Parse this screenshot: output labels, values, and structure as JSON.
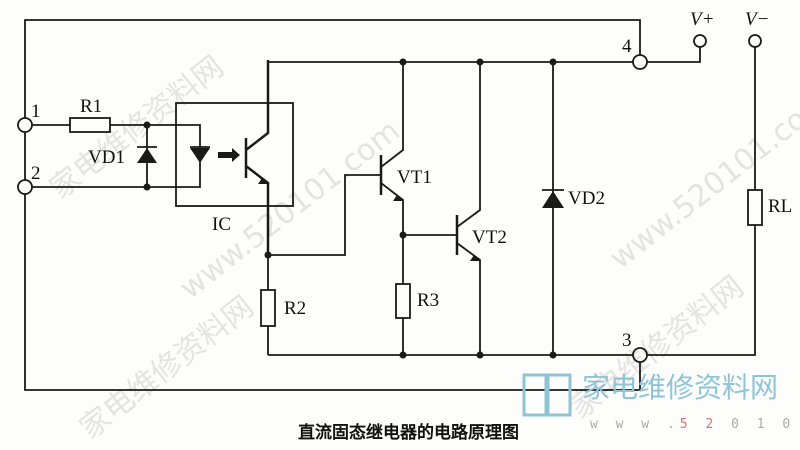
{
  "diagram": {
    "title": "直流固态继电器的电路原理图",
    "terminals": {
      "t1": "1",
      "t2": "2",
      "t3": "3",
      "t4": "4",
      "vplus": "V+",
      "vminus": "V−"
    },
    "components": {
      "r1": "R1",
      "vd1": "VD1",
      "ic": "IC",
      "r2": "R2",
      "vt1": "VT1",
      "r3": "R3",
      "vt2": "VT2",
      "vd2": "VD2",
      "rl": "RL"
    }
  },
  "watermark": {
    "site_name": "家电维修资料网",
    "url": "www.520101.com",
    "url_prefix": "w w w .",
    "url_red": "5 2",
    "url_rest": "0 1 0 1 . c o m"
  }
}
